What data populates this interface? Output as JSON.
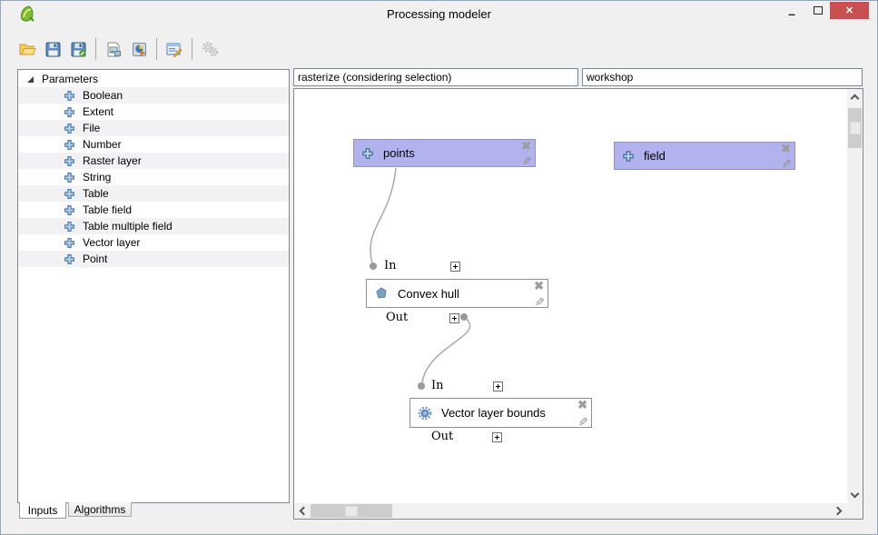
{
  "window": {
    "title": "Processing modeler",
    "minimize_glyph": "–",
    "close_glyph": "✕"
  },
  "toolbar": {
    "buttons": [
      {
        "id": "open-model",
        "icon": "folder-open-icon"
      },
      {
        "id": "save-model",
        "icon": "save-icon"
      },
      {
        "id": "save-model-as",
        "icon": "save-as-icon"
      },
      {
        "id": "export-as-image",
        "icon": "export-image-icon"
      },
      {
        "id": "export-as-python",
        "icon": "export-python-icon"
      },
      {
        "id": "edit-model-help",
        "icon": "edit-help-icon"
      },
      {
        "id": "run-model",
        "icon": "gears-icon",
        "disabled": true
      }
    ]
  },
  "sidebar": {
    "root_label": "Parameters",
    "items": [
      "Boolean",
      "Extent",
      "File",
      "Number",
      "Raster layer",
      "String",
      "Table",
      "Table field",
      "Table multiple field",
      "Vector layer",
      "Point"
    ],
    "tabs": [
      {
        "label": "Inputs",
        "active": true
      },
      {
        "label": "Algorithms",
        "active": false
      }
    ]
  },
  "model": {
    "name_value": "rasterize (considering selection)",
    "group_value": "workshop"
  },
  "nodes": {
    "points": {
      "label": "points",
      "type": "input"
    },
    "field": {
      "label": "field",
      "type": "input"
    },
    "convex_hull": {
      "label": "Convex hull",
      "type": "algorithm",
      "in_label": "In",
      "out_label": "Out"
    },
    "vector_layer_bounds": {
      "label": "Vector layer bounds",
      "type": "algorithm",
      "in_label": "In",
      "out_label": "Out"
    }
  },
  "colors": {
    "input_node_fill": "#b2b2ef",
    "node_border": "#8f8f8f",
    "connection": "#a9a9a9",
    "close_button": "#c75050",
    "canvas_bg": "#ffffff",
    "window_bg": "#f0f0f0"
  }
}
